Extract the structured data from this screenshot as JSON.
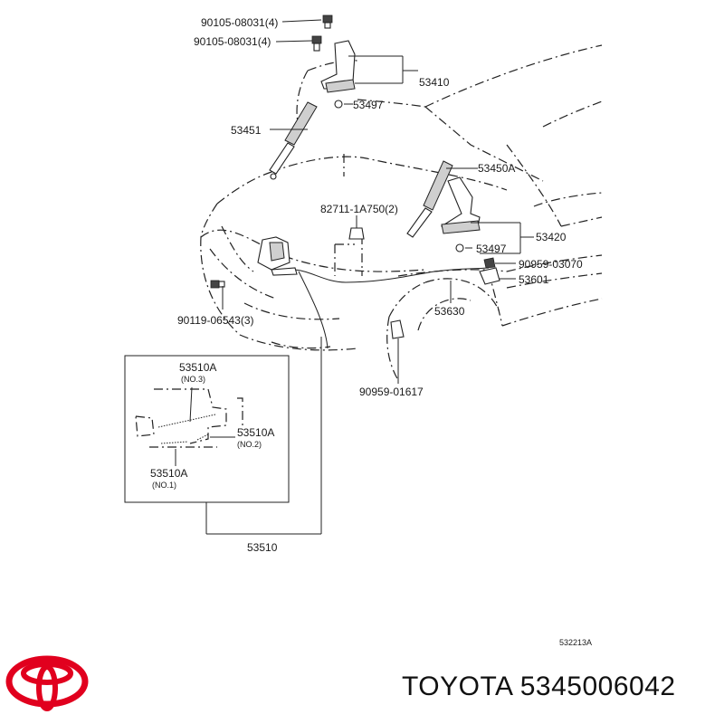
{
  "labels": {
    "bolt_upper": "90105-08031(4)",
    "bolt_lower": "90105-08031(4)",
    "hinge_lh": "53410",
    "bushing_lh": "53497",
    "support_lh": "53451",
    "support_rh": "53450A",
    "clip_cable": "82711-1A750(2)",
    "hinge_rh": "53420",
    "bushing_rh": "53497",
    "clip_rear": "90959-03070",
    "lever": "53601",
    "bolt_lock": "90119-06543(3)",
    "cable": "53630",
    "clip_fender": "90959-01617",
    "spring_no3": "53510A",
    "spring_no3_sub": "(NO.3)",
    "spring_no2": "53510A",
    "spring_no2_sub": "(NO.2)",
    "spring_no1": "53510A",
    "spring_no1_sub": "(NO.1)",
    "lock_assy": "53510",
    "diagram_ref": "532213A"
  },
  "brand": {
    "text": "TOYOTA 5345006042",
    "logo_color": "#e1001e"
  }
}
